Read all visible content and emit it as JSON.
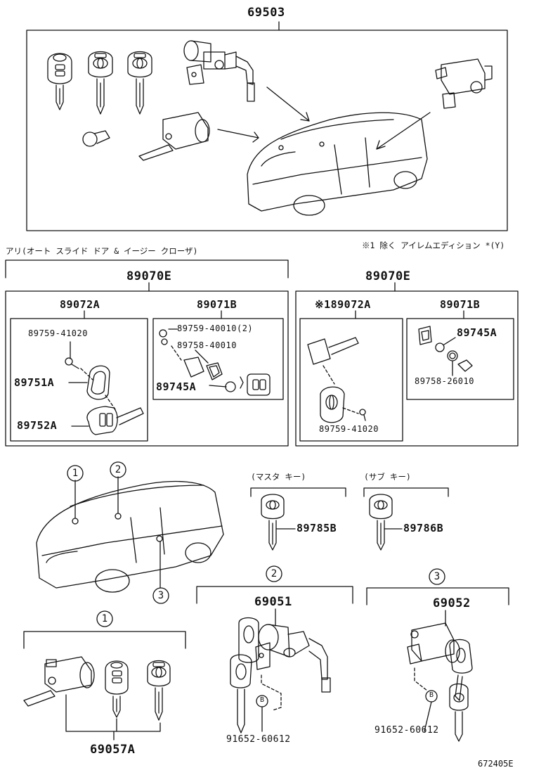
{
  "labels": {
    "top_assembly": "69503",
    "with_slide_door_note": "アリ(オート スライド ドア & イージー クローザ)",
    "except_note": "※1 除く アイレムエディション *(Y)",
    "left_set": "89070E",
    "right_set": "89070E",
    "left_transmitter": "89072A",
    "left_case": "89071B",
    "right_transmitter": "※189072A",
    "right_case": "89071B",
    "screw_left": "89759-41020",
    "screw_case": "89759-40010(2)",
    "gasket_case": "89758-40010",
    "battery_left": "89745A",
    "cover_left": "89751A",
    "key_left": "89752A",
    "battery_right": "89745A",
    "gasket_right": "89758-26010",
    "screw_right": "89759-41020",
    "master_key_note": "(マスタ キー)",
    "sub_key_note": "(サブ キー)",
    "master_key": "89785B",
    "sub_key": "89786B",
    "c1": "1",
    "c2": "2",
    "c3": "3",
    "group1_circle": "1",
    "group2_circle": "2",
    "group3_circle": "3",
    "cyl2": "69051",
    "cyl3": "69052",
    "cyl1": "69057A",
    "b_left": "B",
    "b_right": "B",
    "clip_left": "91652-60612",
    "clip_right": "91652-60612",
    "diagram_code": "672405E"
  }
}
